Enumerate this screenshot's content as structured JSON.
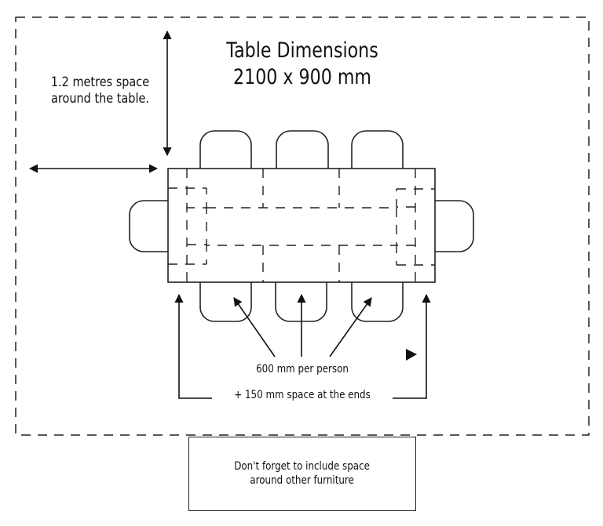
{
  "title": {
    "line1": "Table Dimensions",
    "line2": "2100 x 900 mm"
  },
  "clearance": {
    "line1": "1.2 metres space",
    "line2": "around the table."
  },
  "per_person": "600 mm per person",
  "ends": "+ 150 mm space at the ends",
  "note": {
    "line1": "Don't forget to include space",
    "line2": "around other furniture"
  },
  "colors": {
    "stroke": "#222222",
    "background": "#ffffff"
  }
}
